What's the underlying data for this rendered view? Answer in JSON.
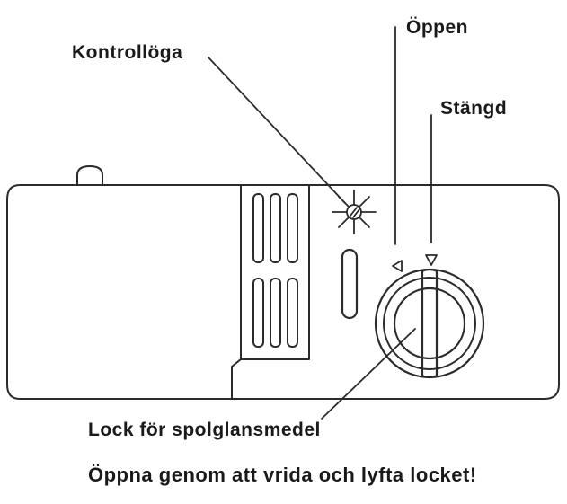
{
  "labels": {
    "indicator": "Kontrollöga",
    "open": "Öppen",
    "closed": "Stängd",
    "cap": "Lock för spolglansmedel",
    "instruction": "Öppna genom att vrida och lyfta locket!"
  },
  "colors": {
    "line": "#2b2b2b",
    "fill": "#ffffff",
    "text": "#1a1a1a"
  },
  "icons": {
    "indicator": "sparkle-icon",
    "open_marker": "triangle-left-icon",
    "closed_marker": "triangle-down-icon"
  }
}
